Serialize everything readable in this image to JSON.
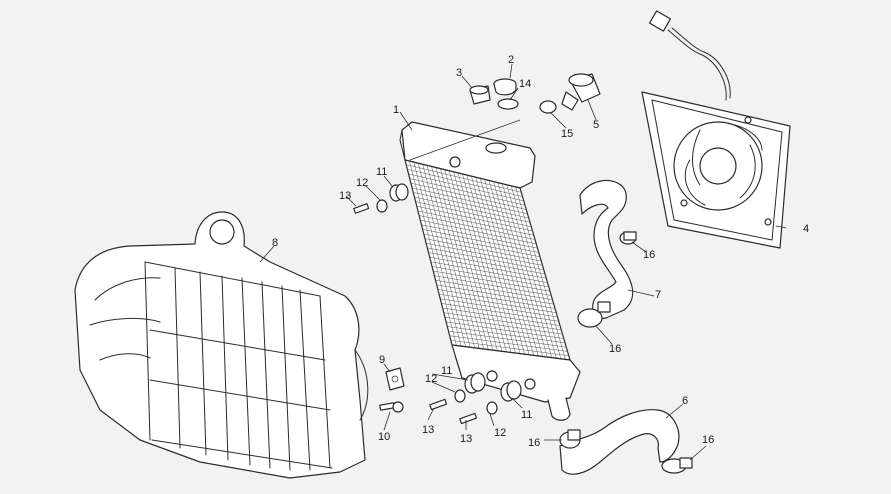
{
  "callouts": [
    {
      "id": "c1",
      "text": "1"
    },
    {
      "id": "c2",
      "text": "2"
    },
    {
      "id": "c3",
      "text": "3"
    },
    {
      "id": "c4",
      "text": "4"
    },
    {
      "id": "c5",
      "text": "5"
    },
    {
      "id": "c6",
      "text": "6"
    },
    {
      "id": "c7",
      "text": "7"
    },
    {
      "id": "c8",
      "text": "8"
    },
    {
      "id": "c9",
      "text": "9"
    },
    {
      "id": "c10",
      "text": "10"
    },
    {
      "id": "c11a",
      "text": "11"
    },
    {
      "id": "c11b",
      "text": "11"
    },
    {
      "id": "c11c",
      "text": "11"
    },
    {
      "id": "c12a",
      "text": "12"
    },
    {
      "id": "c12b",
      "text": "12"
    },
    {
      "id": "c12c",
      "text": "12"
    },
    {
      "id": "c13a",
      "text": "13"
    },
    {
      "id": "c13b",
      "text": "13"
    },
    {
      "id": "c13c",
      "text": "13"
    },
    {
      "id": "c14",
      "text": "14"
    },
    {
      "id": "c15",
      "text": "15"
    },
    {
      "id": "c16a",
      "text": "16"
    },
    {
      "id": "c16b",
      "text": "16"
    },
    {
      "id": "c16c",
      "text": "16"
    },
    {
      "id": "c16d",
      "text": "16"
    }
  ],
  "colors": {
    "background": "#f2f2f2",
    "stroke": "#2b2b2b",
    "fill": "#ffffff"
  }
}
